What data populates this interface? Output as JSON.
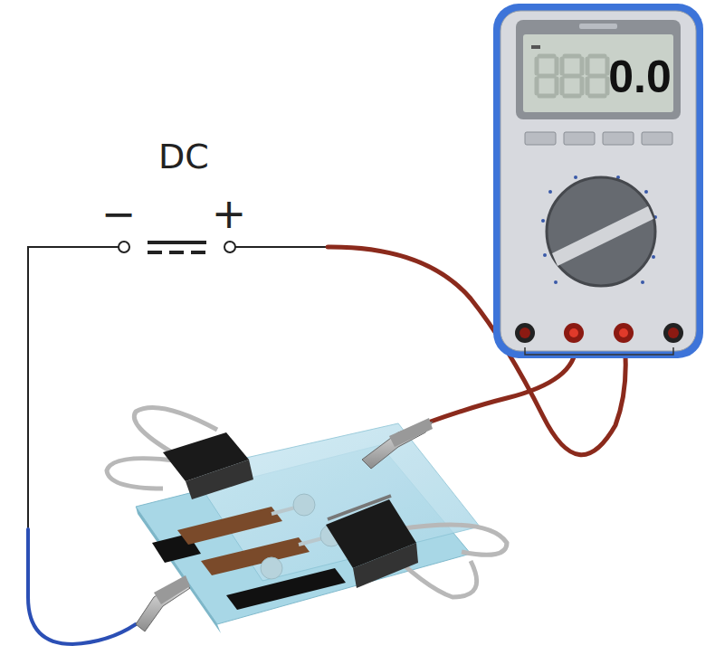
{
  "diagram": {
    "labels": [
      "DC",
      "−",
      "+",
      "0.0"
    ]
  }
}
